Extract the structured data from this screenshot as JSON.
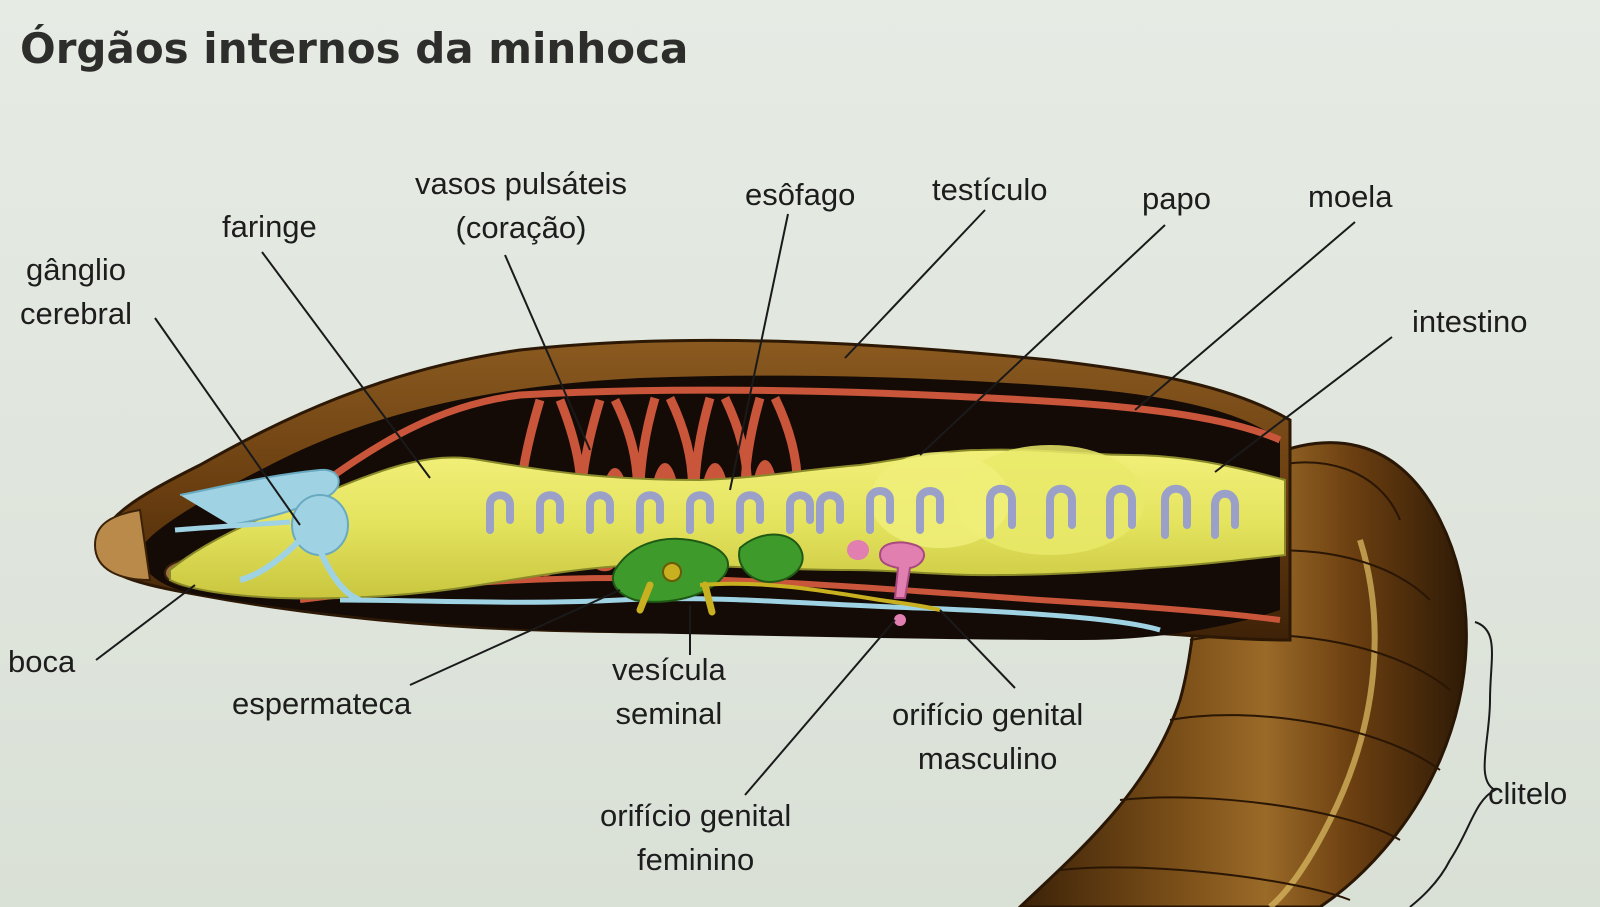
{
  "title": "Órgãos internos da minhoca",
  "labels": {
    "ganglio_cerebral": [
      "gânglio",
      "cerebral"
    ],
    "faringe": "faringe",
    "vasos_pulsateis": [
      "vasos pulsáteis",
      "(coração)"
    ],
    "esofago": "esôfago",
    "testiculo": "testículo",
    "papo": "papo",
    "moela": "moela",
    "intestino": "intestino",
    "boca": "boca",
    "espermateca": "espermateca",
    "vesicula_seminal": [
      "vesícula",
      "seminal"
    ],
    "orificio_genital_masculino": [
      "orifício genital",
      "masculino"
    ],
    "orificio_genital_feminino": [
      "orifício genital",
      "feminino"
    ],
    "clitelo": "clitelo"
  },
  "colors": {
    "body_wall": "#6b3f12",
    "body_dark": "#1a0f08",
    "intestine": "#e8ec6a",
    "blood_vessel": "#c9553a",
    "nerve": "#9fd3e3",
    "seminal": "#3f9a2c",
    "septa": "#9aa0c8",
    "reproductive": "#e07fb0"
  }
}
